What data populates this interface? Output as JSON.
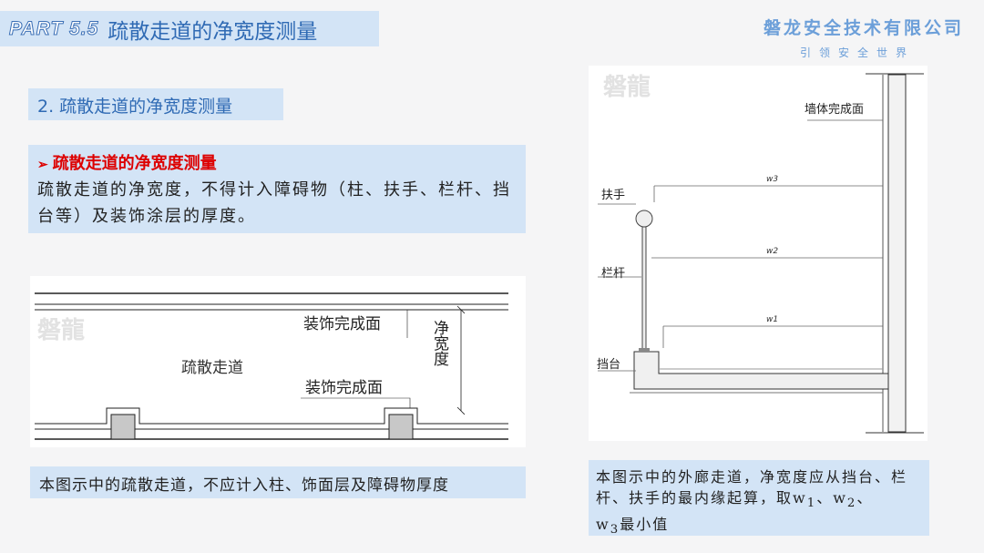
{
  "header": {
    "part": "PART 5.5",
    "title": "疏散走道的净宽度测量"
  },
  "company": {
    "name": "磐龙安全技术有限公司",
    "slogan": "引领安全世界"
  },
  "subtitle": "2.  疏散走道的净宽度测量",
  "bullet": {
    "title": "疏散走道的净宽度测量",
    "text": "疏散走道的净宽度，不得计入障碍物（柱、扶手、栏杆、挡台等）及装饰涂层的厚度。"
  },
  "left_diagram": {
    "watermark": "磐龍",
    "label_top": "装饰完成面",
    "label_corridor": "疏散走道",
    "label_bottom": "装饰完成面",
    "label_width": "净宽度"
  },
  "left_caption": "本图示中的疏散走道，不应计入柱、饰面层及障碍物厚度",
  "right_diagram": {
    "watermark": "磐龍",
    "label_wall": "墙体完成面",
    "label_handrail": "扶手",
    "label_railing": "栏杆",
    "label_curb": "挡台",
    "w3": "w3",
    "w2": "w2",
    "w1": "w1"
  },
  "right_caption": {
    "line1": "本图示中的外廊走道，净宽度应从挡台、栏杆、扶手的最内缘起算，取",
    "w1": "w",
    "s1": "1",
    "sep1": "、",
    "w2": "w",
    "s2": "2",
    "sep2": "、",
    "w3": "w",
    "s3": "3",
    "tail": "最小值"
  }
}
